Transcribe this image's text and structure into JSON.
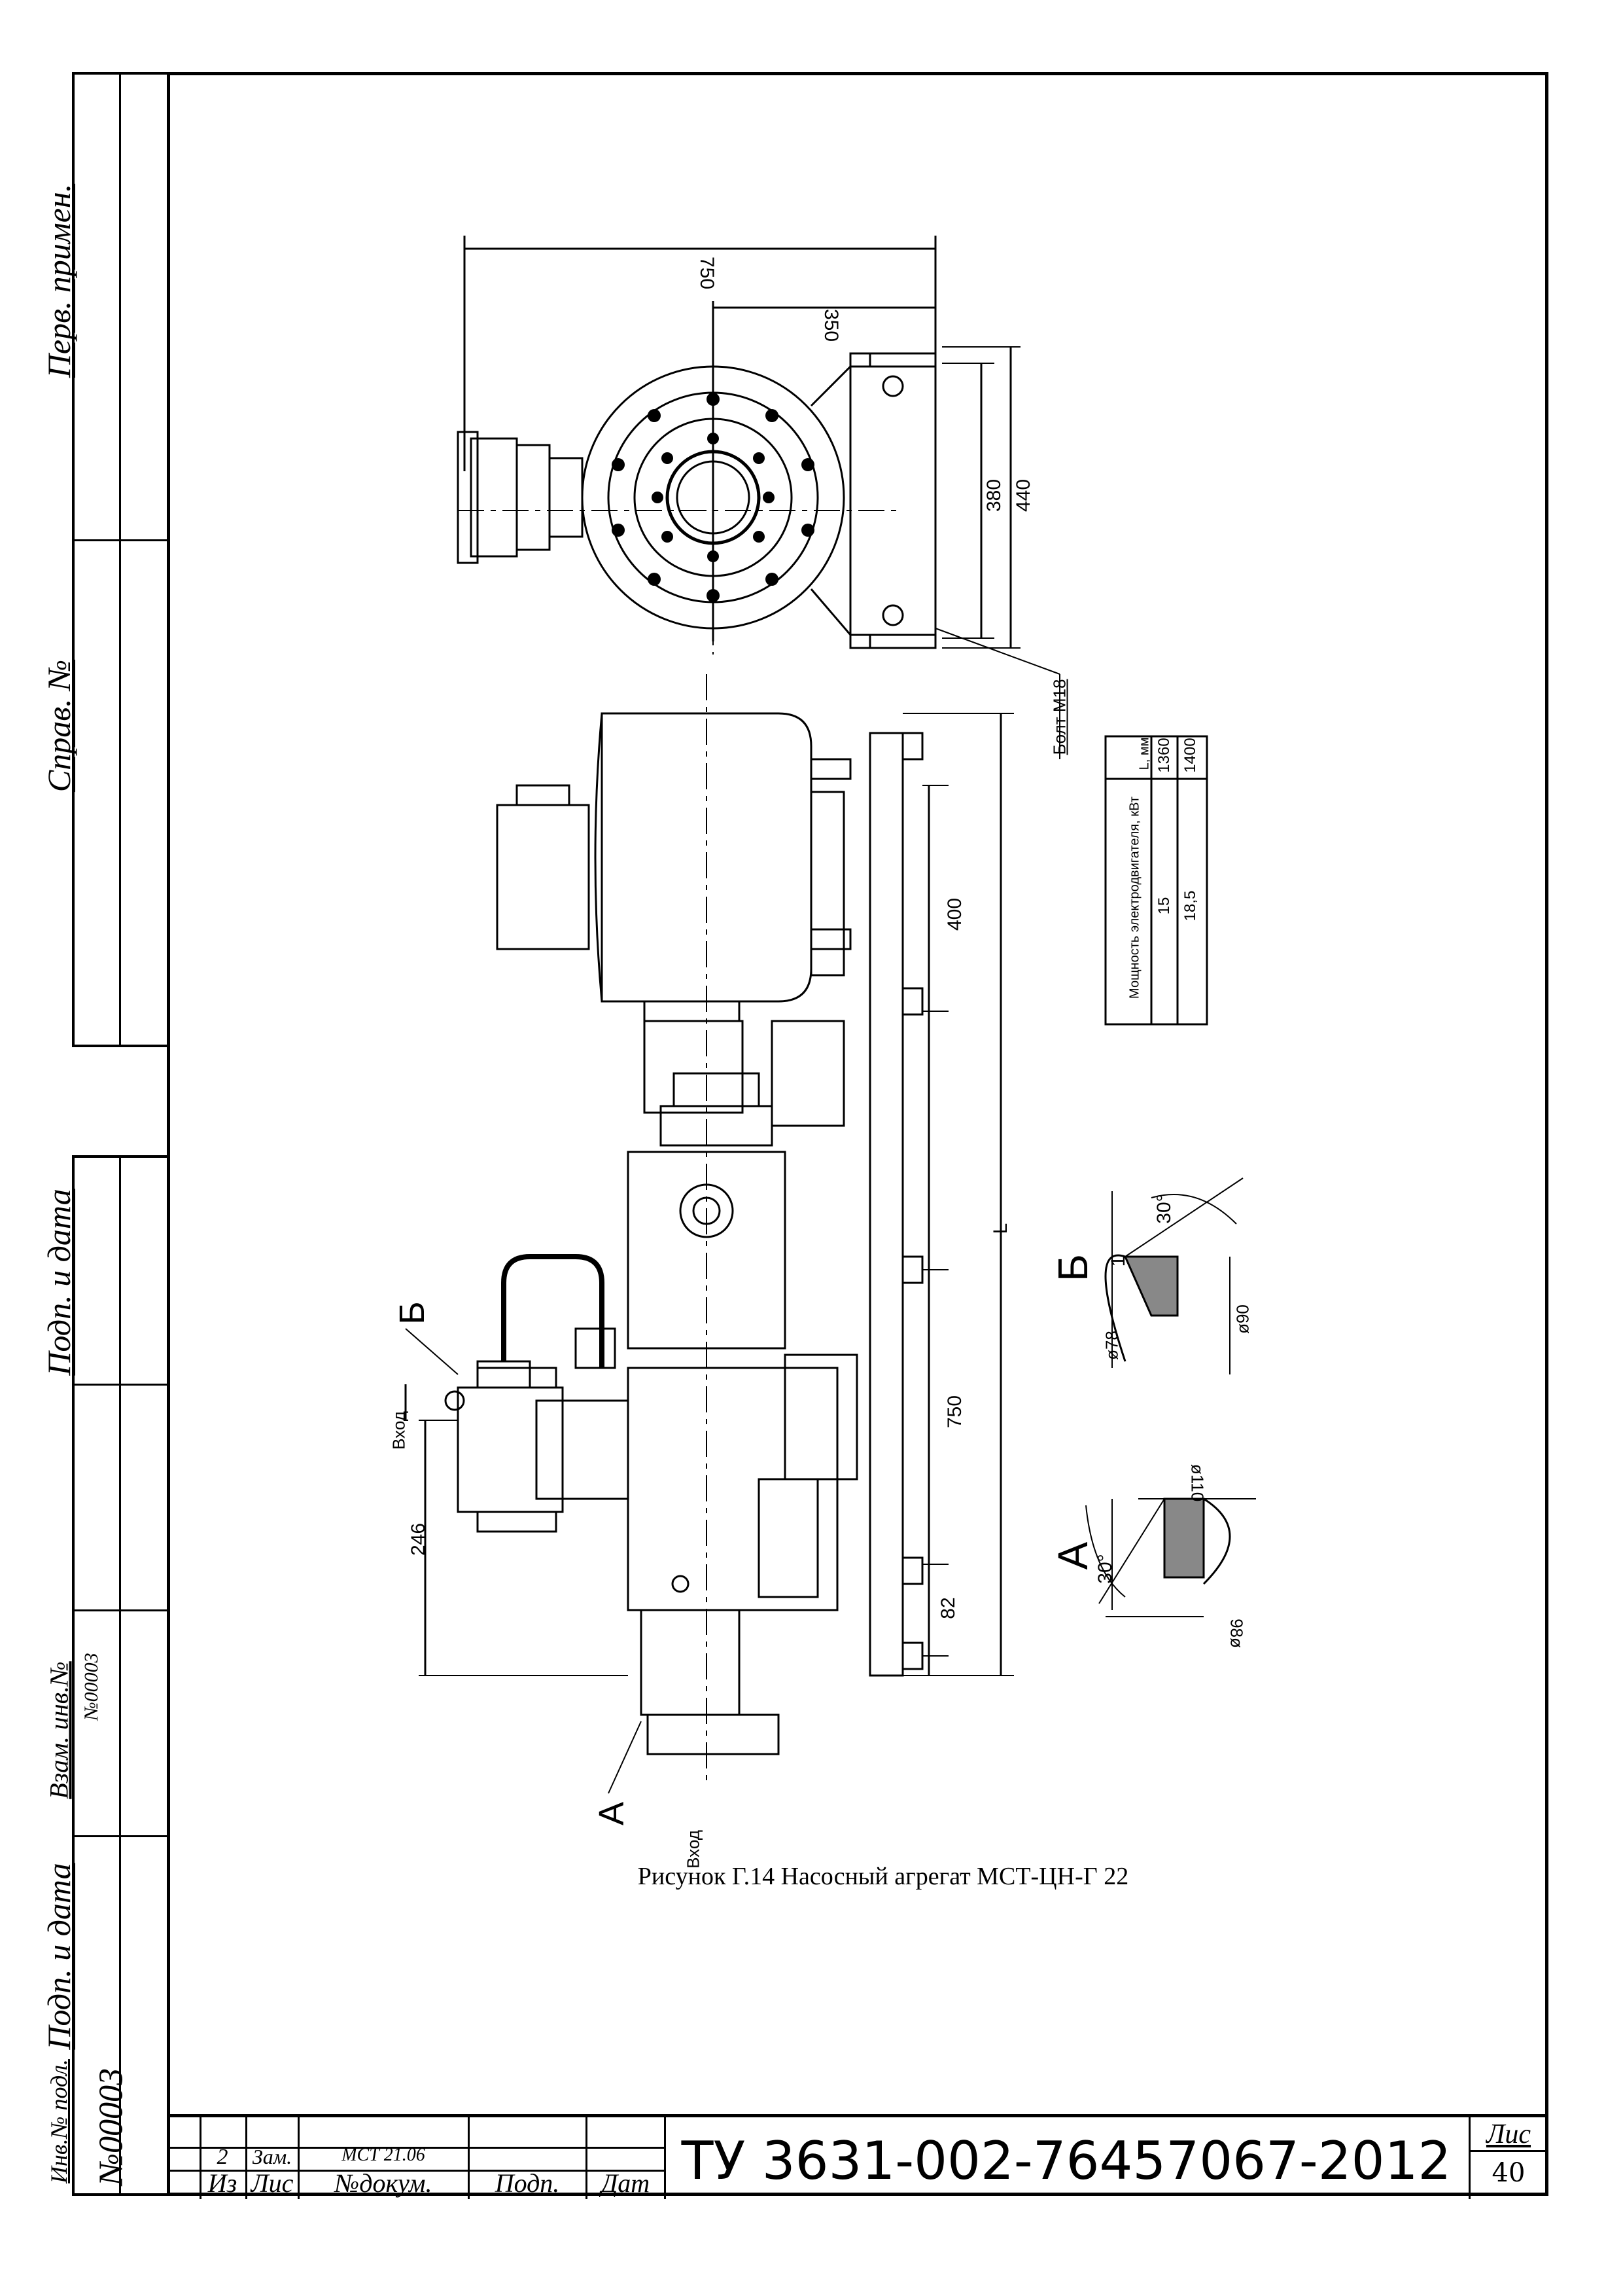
{
  "side_strip": {
    "perv_primen": "Перв. примен.",
    "sprav_no": "Справ. №",
    "podp_data_1": "Подп. и дата",
    "vzam_inv": "Взам. инв.№",
    "vzam_inv_value": "№00003",
    "podp_data_2": "Подп. и дата",
    "inv_podl": "Инв.№ подл.",
    "inv_podl_value": "№00003"
  },
  "drawing": {
    "dim_750_top": "750",
    "dim_350": "350",
    "dim_380": "380",
    "dim_440": "440",
    "bolt_label": "Болт М18",
    "dim_400": "400",
    "dim_L": "L",
    "dim_750_bottom": "750",
    "dim_82": "82",
    "dim_246": "246",
    "label_B": "Б",
    "label_A": "А",
    "vkhod_1": "Вход",
    "vkhod_2": "Вход",
    "detail_B_label": "Б",
    "detail_A_label": "А",
    "dim_30_b": "30°",
    "dim_1": "1",
    "dim_78": "ø78",
    "dim_90": "ø90",
    "dim_30_a": "30°",
    "dim_110": "ø110",
    "dim_98": "98ø",
    "table_header_power": "Мощность электродвигателя, кВт",
    "table_header_L": "L, мм",
    "table_rows": [
      {
        "power": "15",
        "L": "1360"
      },
      {
        "power": "18,5",
        "L": "1400"
      }
    ]
  },
  "caption": "Рисунок Г.14 Насосный агрегат МСТ-ЦН-Г 22",
  "title_block": {
    "row1": [
      "2",
      "Зам.",
      "МСТ 21.06",
      "",
      ""
    ],
    "row2": [
      "Из",
      "Лис",
      "№докум.",
      "Подп.",
      "Дат"
    ],
    "doc_code": "ТУ 3631-002-76457067-2012",
    "sheet_label": "Лис",
    "sheet_number": "40"
  }
}
